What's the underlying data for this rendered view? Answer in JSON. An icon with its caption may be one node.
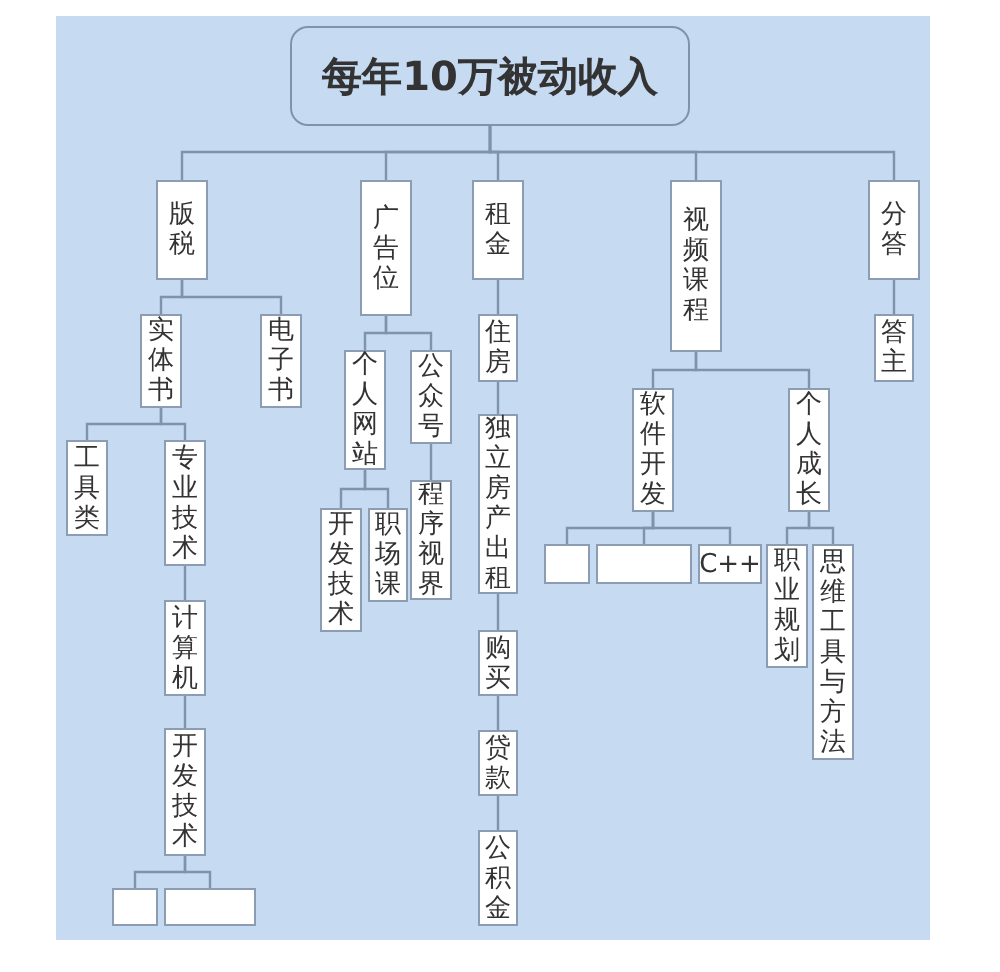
{
  "diagram": {
    "nodes": [
      {
        "text": [
          "每年10万被动收入"
        ]
      },
      {
        "text": [
          "版税"
        ]
      },
      {
        "text": [
          "广告位"
        ]
      },
      {
        "text": [
          "租金"
        ]
      },
      {
        "text": [
          "视频课程"
        ]
      },
      {
        "text": [
          "分答"
        ]
      },
      {
        "text": [
          "实体书"
        ]
      },
      {
        "text": [
          "电子书"
        ]
      },
      {
        "text": [
          "工具类"
        ]
      },
      {
        "text": [
          "专业技术"
        ]
      },
      {
        "text": [
          "计算机"
        ]
      },
      {
        "text": [
          "开发技术"
        ]
      },
      {
        "text": [],
        "shape": "box"
      },
      {
        "text": [],
        "shape": "box"
      },
      {
        "text": [
          "个人网站"
        ]
      },
      {
        "text": [
          "公众号"
        ]
      },
      {
        "text": [
          "开发技术"
        ]
      },
      {
        "text": [
          "职场课"
        ]
      },
      {
        "text": [
          "程序视界"
        ]
      },
      {
        "text": [
          "住房"
        ]
      },
      {
        "text": [
          "独立房产出租"
        ]
      },
      {
        "text": [
          "购买"
        ]
      },
      {
        "text": [
          "贷款"
        ]
      },
      {
        "text": [
          "公积金"
        ]
      },
      {
        "text": [
          "软件开发"
        ]
      },
      {
        "text": [
          "个人成长"
        ]
      },
      {
        "text": [],
        "shape": "box"
      },
      {
        "text": [],
        "shape": "box"
      },
      {
        "text": [
          "C++"
        ]
      },
      {
        "text": [
          "职业规划"
        ]
      },
      {
        "text": [
          "思维工具与方法"
        ]
      },
      {
        "text": [
          "答主"
        ]
      }
    ],
    "edges": [
      {
        "from": 0,
        "to": 1,
        "arrow": "none"
      },
      {
        "from": 0,
        "to": 2,
        "arrow": "none"
      },
      {
        "from": 0,
        "to": 3,
        "arrow": "none"
      },
      {
        "from": 0,
        "to": 4,
        "arrow": "none"
      },
      {
        "from": 0,
        "to": 5,
        "arrow": "none"
      },
      {
        "from": 1,
        "to": 6,
        "arrow": "none"
      },
      {
        "from": 1,
        "to": 7,
        "arrow": "none"
      },
      {
        "from": 6,
        "to": 8,
        "arrow": "none"
      },
      {
        "from": 6,
        "to": 9,
        "arrow": "none"
      },
      {
        "from": 9,
        "to": 10,
        "arrow": "none"
      },
      {
        "from": 10,
        "to": 11,
        "arrow": "none"
      },
      {
        "from": 11,
        "to": 12,
        "arrow": "none"
      },
      {
        "from": 11,
        "to": 13,
        "arrow": "none"
      },
      {
        "from": 2,
        "to": 14,
        "arrow": "none"
      },
      {
        "from": 2,
        "to": 15,
        "arrow": "none"
      },
      {
        "from": 14,
        "to": 16,
        "arrow": "none"
      },
      {
        "from": 14,
        "to": 17,
        "arrow": "none"
      },
      {
        "from": 15,
        "to": 18,
        "arrow": "none"
      },
      {
        "from": 3,
        "to": 19,
        "arrow": "none"
      },
      {
        "from": 19,
        "to": 20,
        "arrow": "none"
      },
      {
        "from": 20,
        "to": 21,
        "arrow": "none"
      },
      {
        "from": 21,
        "to": 22,
        "arrow": "none"
      },
      {
        "from": 22,
        "to": 23,
        "arrow": "none"
      },
      {
        "from": 4,
        "to": 24,
        "arrow": "none"
      },
      {
        "from": 4,
        "to": 25,
        "arrow": "none"
      },
      {
        "from": 24,
        "to": 26,
        "arrow": "none"
      },
      {
        "from": 24,
        "to": 27,
        "arrow": "none"
      },
      {
        "from": 24,
        "to": 28,
        "arrow": "none"
      },
      {
        "from": 25,
        "to": 29,
        "arrow": "none"
      },
      {
        "from": 25,
        "to": 30,
        "arrow": "none"
      },
      {
        "from": 5,
        "to": 31,
        "arrow": "none"
      }
    ]
  }
}
